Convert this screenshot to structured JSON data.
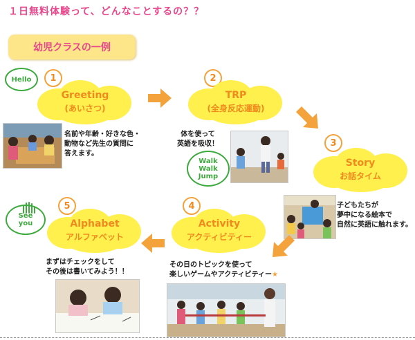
{
  "page": {
    "title": "１日無料体験って、どんなことするの？？",
    "example_label": "幼児クラスの一例"
  },
  "steps": [
    {
      "number": "1",
      "title": "Greeting",
      "subtitle": "(あいさつ)",
      "desc": [
        "名前や年齢・好きな色・",
        "動物など先生の質問に",
        "答えます。"
      ],
      "bubble": "Hello"
    },
    {
      "number": "2",
      "title": "TRP",
      "subtitle": "(全身反応運動)",
      "desc": [
        "体を使って",
        "英語を吸収！"
      ],
      "bubble": [
        "Walk",
        "Walk",
        "Jump"
      ]
    },
    {
      "number": "3",
      "title": "Story",
      "subtitle": "お話タイム",
      "desc": [
        "子どもたちが",
        "夢中になる絵本で",
        "自然に英語に触れます。"
      ]
    },
    {
      "number": "4",
      "title": "Activity",
      "subtitle": "アクティビティー",
      "desc": [
        "その日のトピックを使って",
        "楽しいゲームやアクティビティー"
      ],
      "star": "★"
    },
    {
      "number": "5",
      "title": "Alphabet",
      "subtitle": "アルファベット",
      "desc": [
        "まずはチェックをして",
        "その後は書いてみよう！！"
      ],
      "bubble": [
        "See",
        "you"
      ]
    }
  ],
  "colors": {
    "title_pink": "#e8478c",
    "cloud_yellow": "#fff04d",
    "step_orange": "#f08a1e",
    "arrow_orange": "#f4a23b",
    "bubble_green": "#3daa3d"
  }
}
